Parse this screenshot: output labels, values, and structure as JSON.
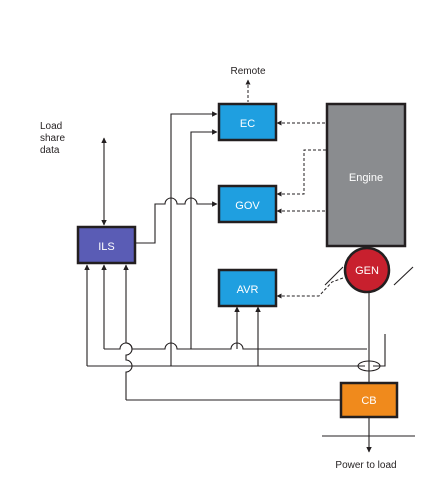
{
  "labels": {
    "remote": "Remote",
    "load_share": [
      "Load",
      "share",
      "data"
    ],
    "power_to_load": "Power to load"
  },
  "blocks": {
    "ec": "EC",
    "gov": "GOV",
    "avr": "AVR",
    "ils": "ILS",
    "cb": "CB",
    "engine": "Engine",
    "gen": "GEN"
  },
  "colors": {
    "controller_blue": "#1f9fe0",
    "ils_purple": "#5a5cb5",
    "engine_gray": "#8a8c8f",
    "gen_red": "#c8202e",
    "cb_orange": "#f08a1c",
    "line": "#231f20"
  }
}
